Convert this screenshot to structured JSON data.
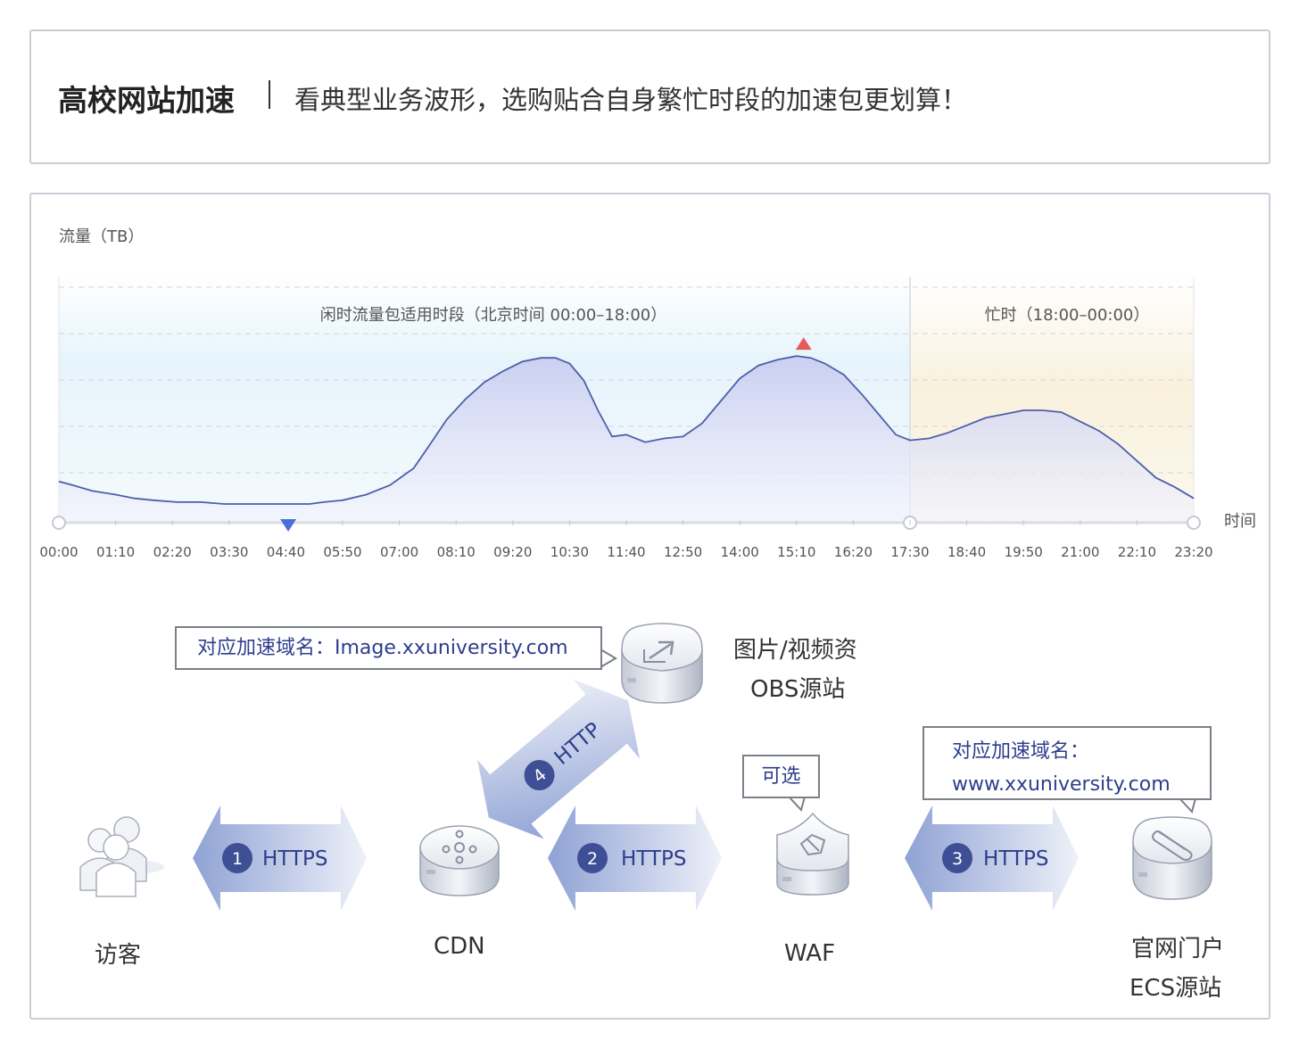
{
  "header": {
    "title": "高校网站加速",
    "subtitle": "看典型业务波形，选购贴合自身繁忙时段的加速包更划算！"
  },
  "chart_data": {
    "type": "area",
    "ylabel": "流量（TB）",
    "xlabel": "时间",
    "x_ticks": [
      "00:00",
      "01:10",
      "02:20",
      "03:30",
      "04:40",
      "05:50",
      "07:00",
      "08:10",
      "09:20",
      "10:30",
      "11:40",
      "12:50",
      "14:00",
      "15:10",
      "16:20",
      "17:30",
      "18:40",
      "19:50",
      "21:00",
      "22:10",
      "23:20"
    ],
    "grid": true,
    "regions": [
      {
        "label": "闲时流量包适用时段（北京时间 00:00–18:00）",
        "range": [
          "00:00",
          "18:00"
        ],
        "color": "#e3f3fb"
      },
      {
        "label": "忙时（18:00–00:00）",
        "range": [
          "18:00",
          "24:00"
        ],
        "color": "#f8efd9"
      }
    ],
    "series": [
      {
        "values": [
          [
            0,
            0.22
          ],
          [
            0.3,
            0.2
          ],
          [
            0.7,
            0.17
          ],
          [
            1.2,
            0.15
          ],
          [
            1.6,
            0.13
          ],
          [
            2.0,
            0.12
          ],
          [
            2.5,
            0.11
          ],
          [
            3.0,
            0.11
          ],
          [
            3.5,
            0.1
          ],
          [
            4.0,
            0.1
          ],
          [
            4.5,
            0.1
          ],
          [
            5.0,
            0.1
          ],
          [
            5.3,
            0.1
          ],
          [
            5.6,
            0.11
          ],
          [
            6.0,
            0.12
          ],
          [
            6.5,
            0.15
          ],
          [
            7.0,
            0.2
          ],
          [
            7.5,
            0.29
          ],
          [
            7.8,
            0.4
          ],
          [
            8.2,
            0.55
          ],
          [
            8.6,
            0.66
          ],
          [
            9.0,
            0.75
          ],
          [
            9.4,
            0.81
          ],
          [
            9.8,
            0.86
          ],
          [
            10.2,
            0.88
          ],
          [
            10.5,
            0.88
          ],
          [
            10.8,
            0.85
          ],
          [
            11.1,
            0.76
          ],
          [
            11.4,
            0.6
          ],
          [
            11.7,
            0.46
          ],
          [
            12.0,
            0.47
          ],
          [
            12.4,
            0.43
          ],
          [
            12.8,
            0.45
          ],
          [
            13.2,
            0.46
          ],
          [
            13.6,
            0.53
          ],
          [
            14.0,
            0.65
          ],
          [
            14.4,
            0.77
          ],
          [
            14.8,
            0.84
          ],
          [
            15.2,
            0.87
          ],
          [
            15.6,
            0.89
          ],
          [
            15.9,
            0.88
          ],
          [
            16.2,
            0.85
          ],
          [
            16.6,
            0.79
          ],
          [
            17.0,
            0.68
          ],
          [
            17.4,
            0.56
          ],
          [
            17.7,
            0.47
          ],
          [
            18.0,
            0.44
          ],
          [
            18.4,
            0.45
          ],
          [
            18.8,
            0.48
          ],
          [
            19.2,
            0.52
          ],
          [
            19.6,
            0.56
          ],
          [
            20.0,
            0.58
          ],
          [
            20.4,
            0.6
          ],
          [
            20.8,
            0.6
          ],
          [
            21.2,
            0.59
          ],
          [
            21.6,
            0.54
          ],
          [
            22.0,
            0.49
          ],
          [
            22.4,
            0.42
          ],
          [
            22.8,
            0.33
          ],
          [
            23.2,
            0.24
          ],
          [
            23.6,
            0.19
          ],
          [
            24.0,
            0.13
          ]
        ]
      }
    ],
    "peak_time": 15.75,
    "trough_time": 4.85,
    "peak_marker_color": "#e85a5a",
    "trough_marker_color": "#4a6fd8",
    "line_color": "#4d5fa8"
  },
  "diagram": {
    "nodes": {
      "visitor": "访客",
      "cdn": "CDN",
      "waf": "WAF",
      "obs_line1": "图片/视频资",
      "obs_line2": "OBS源站",
      "ecs_line1": "官网门户",
      "ecs_line2": "ECS源站"
    },
    "arrows": [
      {
        "num": "1",
        "label": "HTTPS"
      },
      {
        "num": "2",
        "label": "HTTPS"
      },
      {
        "num": "3",
        "label": "HTTPS"
      },
      {
        "num": "4",
        "label": "HTTP"
      }
    ],
    "callouts": {
      "obs_domain": "对应加速域名：Image.xxuniversity.com",
      "optional": "可选",
      "ecs_domain_line1": "对应加速域名：",
      "ecs_domain_line2": "www.xxuniversity.com"
    },
    "icons": [
      "users-icon",
      "cdn-icon",
      "waf-shield-icon",
      "obs-upload-icon",
      "ecs-server-icon"
    ]
  }
}
